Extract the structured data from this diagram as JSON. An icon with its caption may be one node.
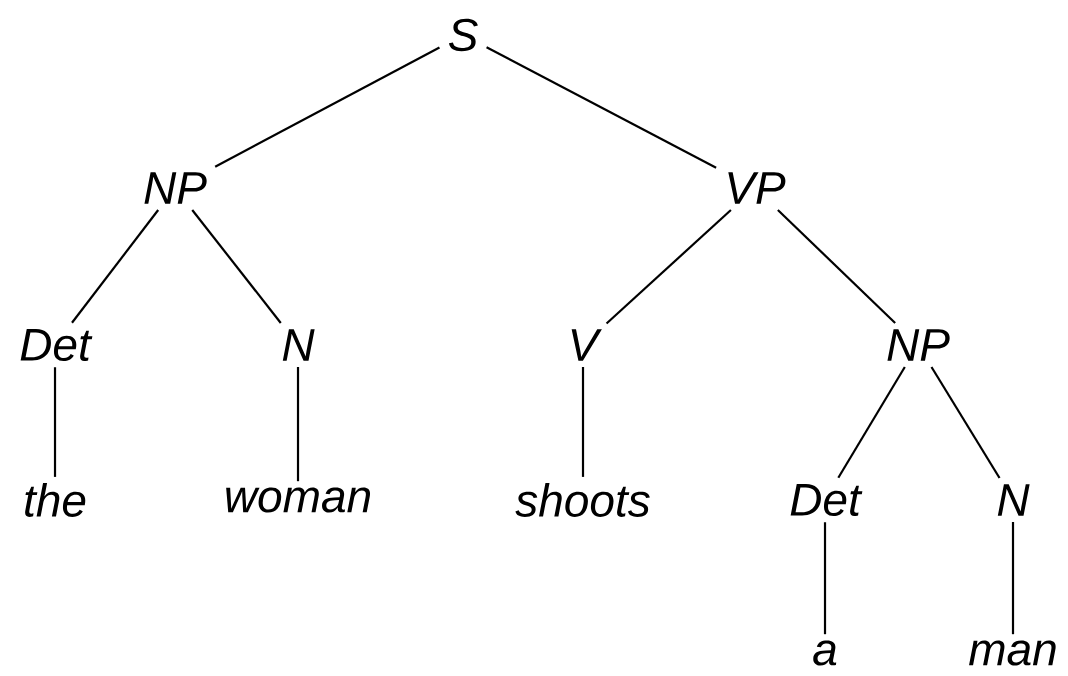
{
  "diagram": {
    "nodes": [
      {
        "text": [
          "S"
        ]
      },
      {
        "text": [
          "NP"
        ]
      },
      {
        "text": [
          "VP"
        ]
      },
      {
        "text": [
          "Det"
        ]
      },
      {
        "text": [
          "N"
        ]
      },
      {
        "text": [
          "V"
        ]
      },
      {
        "text": [
          "NP"
        ]
      },
      {
        "text": [
          "the"
        ]
      },
      {
        "text": [
          "woman"
        ]
      },
      {
        "text": [
          "shoots"
        ]
      },
      {
        "text": [
          "Det"
        ]
      },
      {
        "text": [
          "N"
        ]
      },
      {
        "text": [
          "a"
        ]
      },
      {
        "text": [
          "man"
        ]
      }
    ],
    "edges": [
      {
        "from": 0,
        "to": 1,
        "arrow": "none"
      },
      {
        "from": 0,
        "to": 2,
        "arrow": "none"
      },
      {
        "from": 1,
        "to": 3,
        "arrow": "none"
      },
      {
        "from": 1,
        "to": 4,
        "arrow": "none"
      },
      {
        "from": 2,
        "to": 5,
        "arrow": "none"
      },
      {
        "from": 2,
        "to": 6,
        "arrow": "none"
      },
      {
        "from": 3,
        "to": 7,
        "arrow": "none"
      },
      {
        "from": 4,
        "to": 8,
        "arrow": "none"
      },
      {
        "from": 5,
        "to": 9,
        "arrow": "none"
      },
      {
        "from": 6,
        "to": 10,
        "arrow": "none"
      },
      {
        "from": 6,
        "to": 11,
        "arrow": "none"
      },
      {
        "from": 10,
        "to": 12,
        "arrow": "none"
      },
      {
        "from": 11,
        "to": 13,
        "arrow": "none"
      }
    ]
  }
}
